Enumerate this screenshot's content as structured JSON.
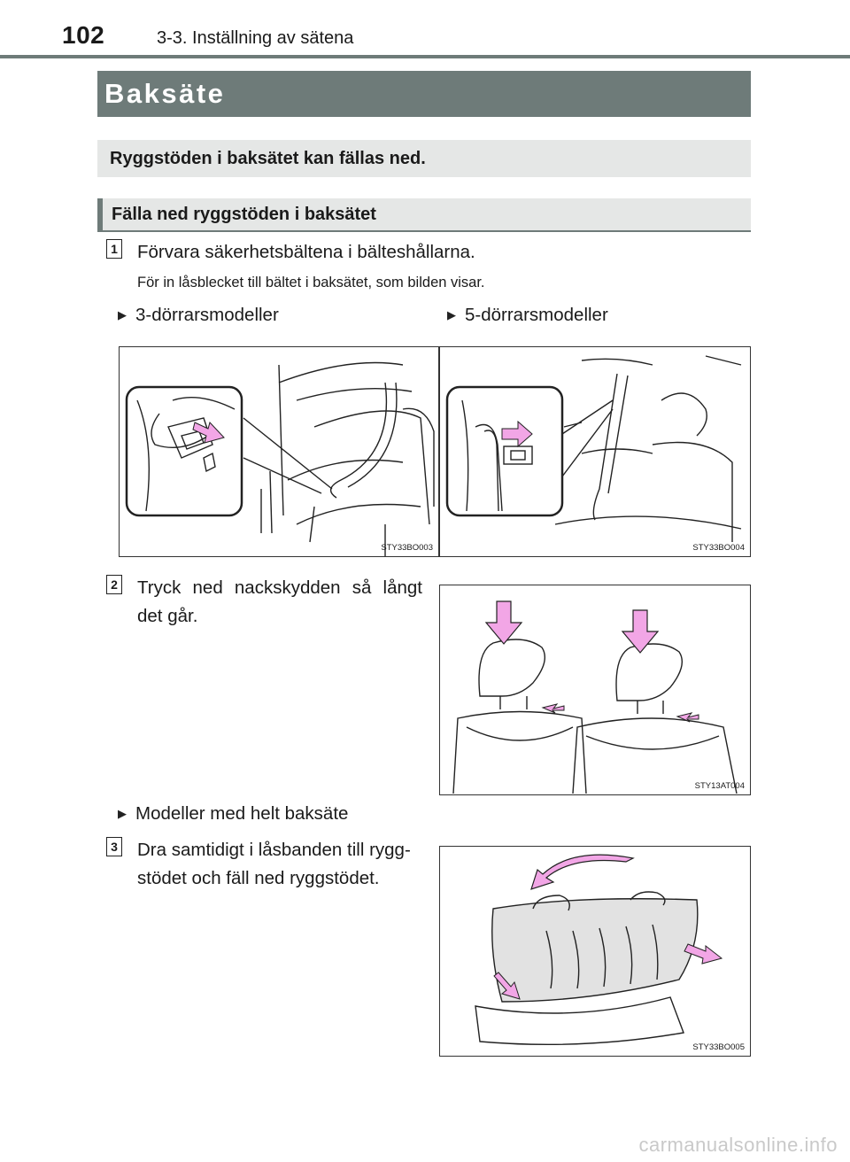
{
  "header": {
    "page_number": "102",
    "chapter": "3-3. Inställning av sätena"
  },
  "section_title": "Baksäte",
  "intro": "Ryggstöden i baksätet kan fällas ned.",
  "subheading": "Fälla ned ryggstöden i baksätet",
  "steps": [
    {
      "number": "1",
      "text": "Förvara säkerhetsbältena i bälteshållarna.",
      "note": "För in låsblecket till bältet i baksätet, som bilden visar.",
      "variants": [
        {
          "label": "3-dörrarsmodeller",
          "figure_code": "STY33BO003"
        },
        {
          "label": "5-dörrarsmodeller",
          "figure_code": "STY33BO004"
        }
      ]
    },
    {
      "number": "2",
      "text": "Tryck ned nackskydden så långt det går.",
      "figure_code": "STY13AT004"
    },
    {
      "number": "3",
      "variant_label": "Modeller med helt baksäte",
      "text": "Dra samtidigt i låsbanden till rygg-stödet och fäll ned ryggstödet.",
      "figure_code": "STY33BO005"
    }
  ],
  "watermark": "carmanualsonline.info",
  "colors": {
    "header_bar": "#6e7b79",
    "light_box": "#e5e7e6",
    "arrow_pink": "#f2a6e6"
  }
}
